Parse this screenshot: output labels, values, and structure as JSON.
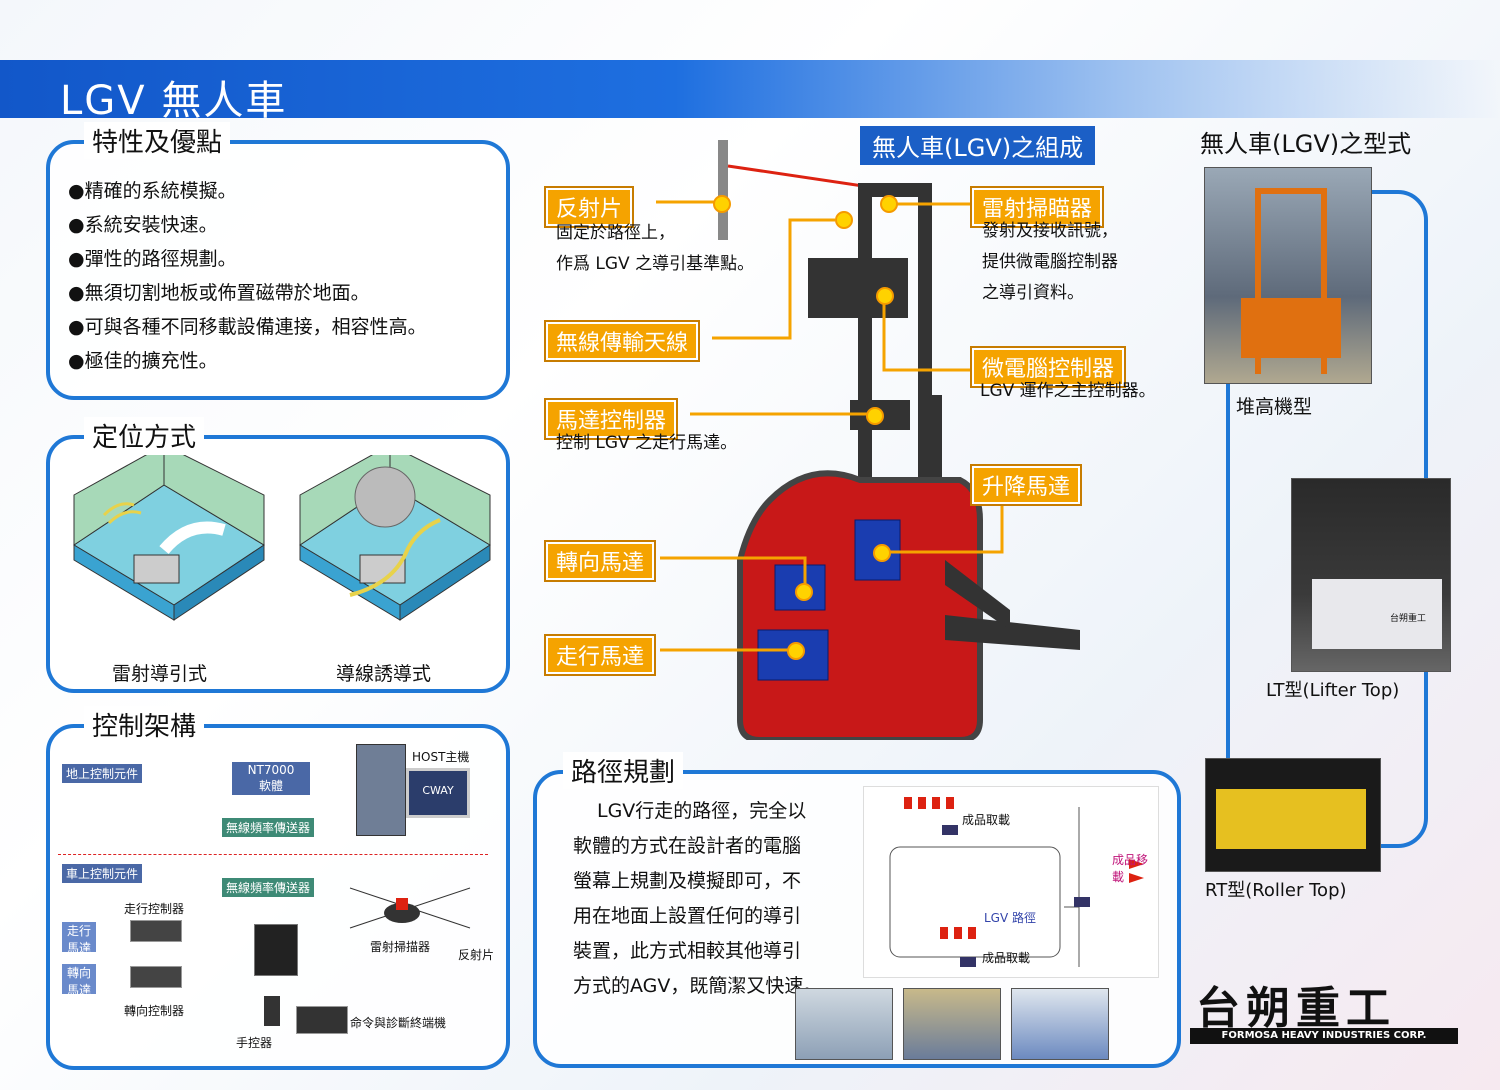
{
  "header": {
    "title": "LGV  無人車"
  },
  "features": {
    "title": "特性及優點",
    "items": [
      "●精確的系統模擬。",
      "●系統安裝快速。",
      "●彈性的路徑規劃。",
      "●無須切割地板或佈置磁帶於地面。",
      "●可與各種不同移載設備連接，相容性高。",
      "●極佳的擴充性。"
    ]
  },
  "positioning": {
    "title": "定位方式",
    "laser_label": "雷射導引式",
    "wire_label": "導線誘導式"
  },
  "control": {
    "title": "控制架構",
    "ground_group": "地上控制元件",
    "vehicle_group": "車上控制元件",
    "nt7000": "NT7000\n軟體",
    "host": "HOST主機",
    "cway": "CWAY",
    "tx1": "無線頻率傳送器",
    "tx2": "無線頻率傳送器",
    "drive_ctrl": "走行控制器",
    "drive_motor": "走行\n馬達",
    "steer_motor": "轉向\n馬達",
    "steer_ctrl": "轉向控制器",
    "laser_scanner": "雷射掃描器",
    "reflector": "反射片",
    "terminal": "命令與診斷終端機",
    "handheld": "手控器"
  },
  "composition": {
    "title": "無人車(LGV)之組成",
    "reflector": {
      "tag": "反射片",
      "desc": [
        "固定於路徑上，",
        "作爲 LGV 之導引基準點。"
      ]
    },
    "antenna": {
      "tag": "無線傳輸天線"
    },
    "motor_ctrl": {
      "tag": "馬達控制器",
      "desc": [
        "控制 LGV 之走行馬達。"
      ]
    },
    "steer": {
      "tag": "轉向馬達"
    },
    "drive": {
      "tag": "走行馬達"
    },
    "laser": {
      "tag": "雷射掃瞄器",
      "desc": [
        "發射及接收訊號，",
        "提供微電腦控制器",
        "之導引資料。"
      ]
    },
    "micro": {
      "tag": "微電腦控制器",
      "desc": [
        "LGV 運作之主控制器。"
      ]
    },
    "lift": {
      "tag": "升降馬達"
    }
  },
  "types": {
    "title": "無人車(LGV)之型式",
    "stacker": "堆高機型",
    "lt": "LT型(Lifter  Top)",
    "rt": "RT型(Roller  Top)",
    "lt_badge": "台朔重工"
  },
  "route": {
    "title": "路徑規劃",
    "text": [
      "LGV行走的路徑，完全以",
      "軟體的方式在設計者的電腦",
      "螢幕上規劃及模擬即可，不",
      "用在地面上設置任何的導引",
      "裝置，此方式相較其他導引",
      "方式的AGV，既簡潔又快速。"
    ],
    "diagram": {
      "pick1": "成品取載",
      "pick2": "成品取載",
      "move": "成品移載",
      "path": "LGV 路徑"
    }
  },
  "brand": {
    "cn": "台朔重工",
    "en": "FORMOSA HEAVY INDUSTRIES CORP."
  },
  "colors": {
    "blue": "#1f78d6",
    "orange": "#f5a300",
    "red": "#d61c1c"
  }
}
